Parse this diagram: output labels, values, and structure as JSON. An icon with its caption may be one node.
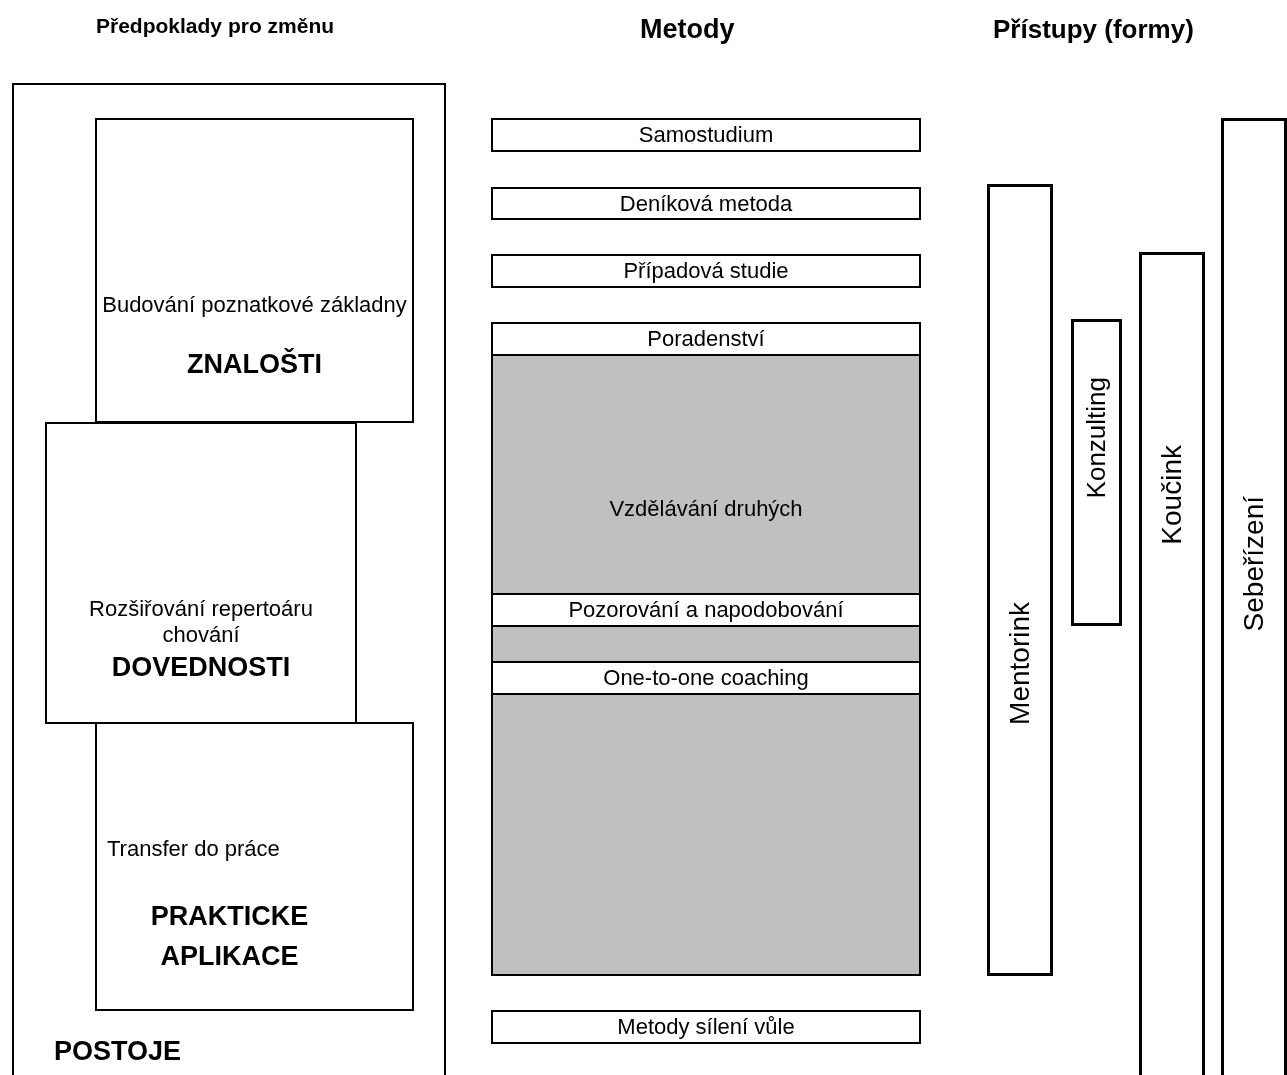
{
  "diagram": {
    "nodes": [
      {
        "text": [
          "POSTOJE"
        ]
      },
      {
        "text": [
          "Budování poznatkové základny",
          "ZNALOŠTI"
        ],
        "in": 0
      },
      {
        "text": [
          "Rozšiřování repertoáru chování",
          "DOVEDNOSTI"
        ],
        "in": 0
      },
      {
        "text": [
          "Transfer do práce",
          "PRAKTICKE APLIKACE"
        ],
        "in": 0
      },
      {
        "text": [
          "Samostudium"
        ]
      },
      {
        "text": [
          "Deníková metoda"
        ]
      },
      {
        "text": [
          "Případová studie"
        ]
      },
      {
        "text": [
          "Poradenství"
        ]
      },
      {
        "text": [
          "Vzdělávání druhých"
        ]
      },
      {
        "text": [
          "Pozorování a napodobování"
        ],
        "in": 8
      },
      {
        "text": [
          "One-to-one coaching"
        ],
        "in": 8
      },
      {
        "text": [
          "Metody sílení vůle"
        ]
      },
      {
        "text": [
          "Mentorink"
        ]
      },
      {
        "text": [
          "Konzulting"
        ]
      },
      {
        "text": [
          "Koučink"
        ]
      },
      {
        "text": [
          "Sebeřízení"
        ]
      }
    ],
    "edges": [],
    "labels": [
      "Předpoklady pro změnu",
      "Metody",
      "Přístupy (formy)"
    ]
  }
}
